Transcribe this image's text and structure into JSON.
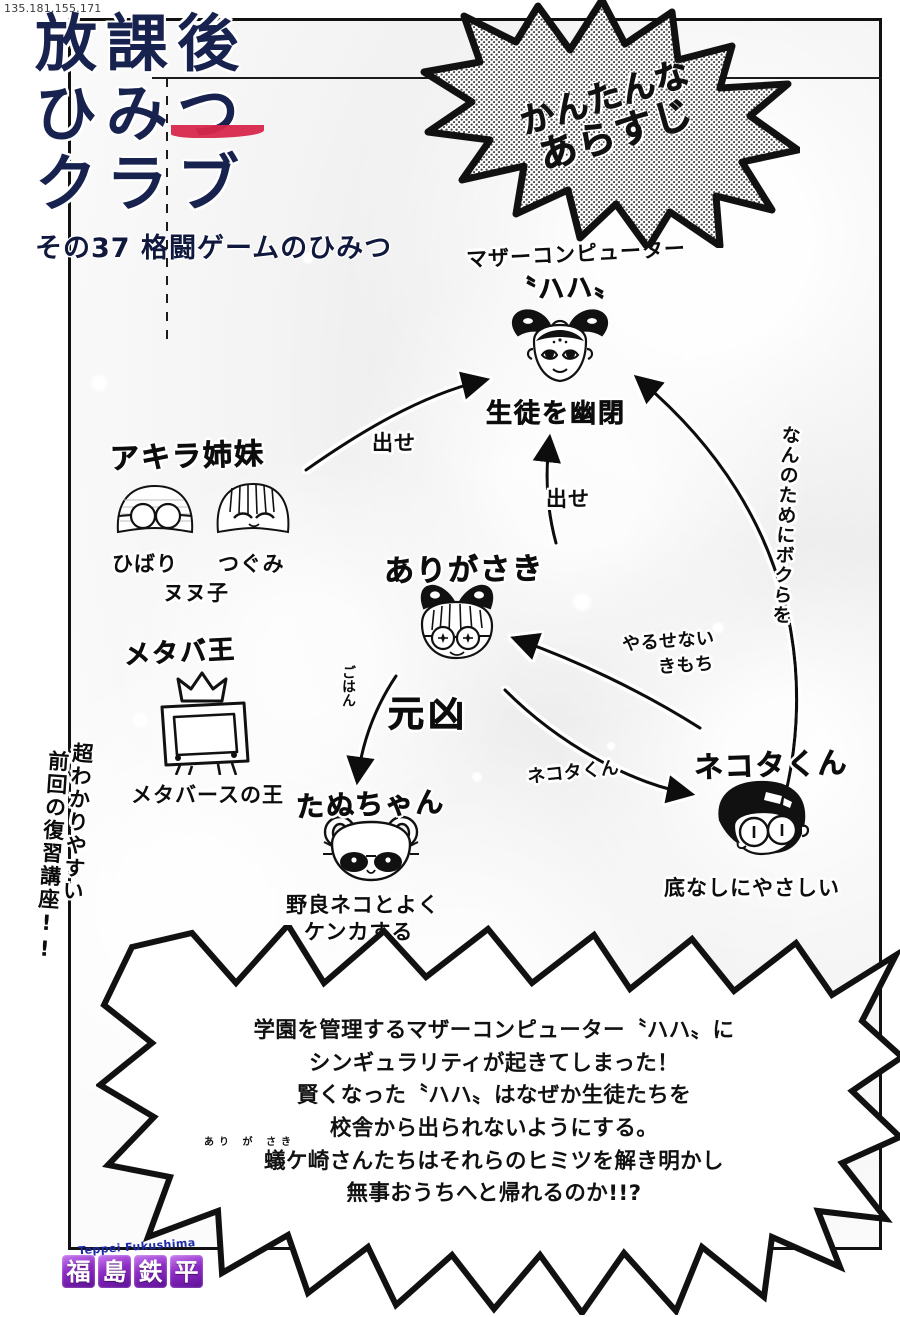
{
  "meta": {
    "ip_stamp": "135.181.155.171"
  },
  "title": {
    "line1": "放課後",
    "line2": "ひみつ",
    "line3": "クラブ",
    "subtitle": "その37 格闘ゲームのひみつ",
    "color_navy": "#17224f",
    "color_red": "#d8274b"
  },
  "starburst": {
    "line1": "かんたんな",
    "line2": "あらすじ"
  },
  "left_banner": {
    "line1": "超わかりやすい",
    "line2": "前回の復習講座!!"
  },
  "nodes": {
    "mother": {
      "label_top": "マザーコンピューター",
      "label_name": "〝ハハ〟",
      "caption": "生徒を幽閉"
    },
    "sisters": {
      "label": "アキラ姉妹",
      "name_left": "ひばり",
      "name_right": "つぐみ",
      "name_extra": "ヌヌ子"
    },
    "metaverse": {
      "label": "メタバ王",
      "caption": "メタバースの王"
    },
    "arigasaki": {
      "label": "ありがさき",
      "caption": "元凶"
    },
    "tanu": {
      "label": "たぬちゃん",
      "caption_line1": "野良ネコとよく",
      "caption_line2": "ケンカする"
    },
    "nekota": {
      "label": "ネコタくん",
      "caption": "底なしにやさしい"
    }
  },
  "arrow_labels": {
    "sisters_to_mother": "出せ",
    "arigasaki_to_mother": "出せ",
    "mother_right_vertical": "なんのためにボクらを",
    "nekota_to_arigasaki": "やるせない\nきもち",
    "nekota_to_arigasaki_l1": "やるせない",
    "nekota_to_arigasaki_l2": "きもち",
    "arigasaki_to_nekota": "ネコタくん",
    "arigasaki_to_tanu": "ごはん"
  },
  "synopsis": {
    "line1": "学園を管理するマザーコンピューター〝ハハ〟に",
    "line2": "シンギュラリティが起きてしまった！",
    "line3": "賢くなった〝ハハ〟はなぜか生徒たちを",
    "line4": "校舎から出られないようにする。",
    "ruby5": "あり が さき",
    "line5": "蟻ケ崎さんたちはそれらのヒミツを解き明かし",
    "line6": "無事おうちへと帰れるのか!!?"
  },
  "author": {
    "romaji": "Teppei Fukushima",
    "kanji": [
      "福",
      "島",
      "鉄",
      "平"
    ],
    "badge_color": "#8d2bc4"
  }
}
